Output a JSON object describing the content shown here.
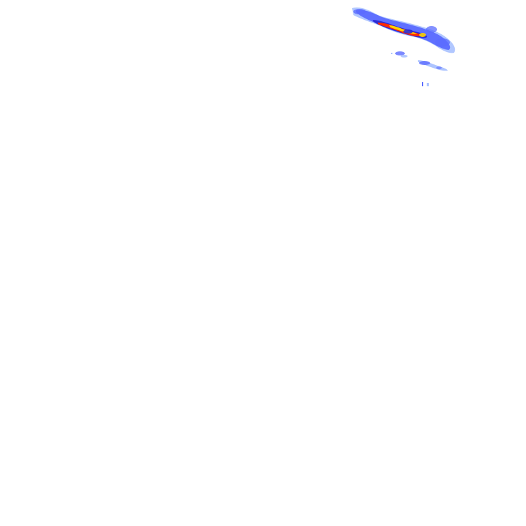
{
  "layer": {
    "kind": "precipitation-radar-overlay",
    "background": "#ffffff",
    "legend_visible": false,
    "text_visible": false
  },
  "palette": {
    "light_precip": "#a9c1ff",
    "moderate_precip": "#5b6cff",
    "heavy_precip": "#2b2bd6",
    "very_heavy_precip": "#ff2a00",
    "core_precip": "#ffd400"
  },
  "echo_groups": [
    {
      "name": "main-echo-band",
      "intensity": "moderate-to-core"
    },
    {
      "name": "southern-echo-cluster",
      "intensity": "light"
    },
    {
      "name": "isolated-small-echoes",
      "intensity": "light"
    }
  ]
}
